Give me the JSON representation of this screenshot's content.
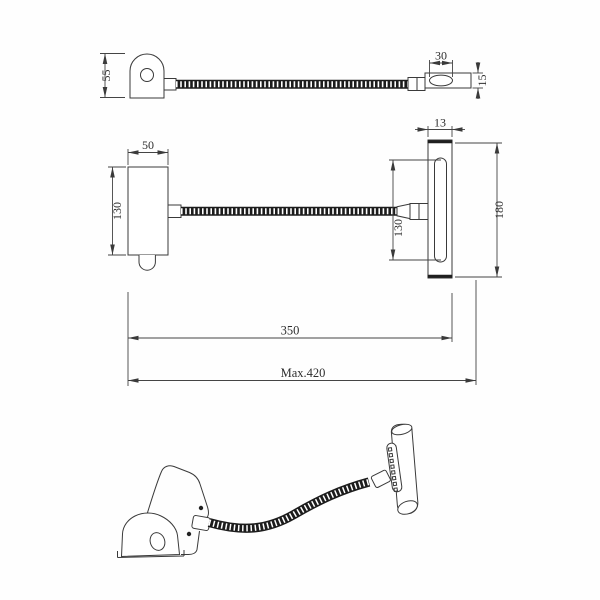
{
  "dimensions": {
    "side_view": {
      "bracket_depth": "55",
      "lens_width": "30",
      "head_height": "15"
    },
    "front_view": {
      "bracket_width": "50",
      "bracket_height": "130",
      "head_depth": "13",
      "window_length": "130",
      "head_length": "180"
    },
    "overall": {
      "arm_span": "350",
      "max_reach": "Max.420"
    }
  },
  "colors": {
    "line": "#3a3a3a",
    "braid": "#1c1c1c",
    "background": "#fefefe"
  }
}
